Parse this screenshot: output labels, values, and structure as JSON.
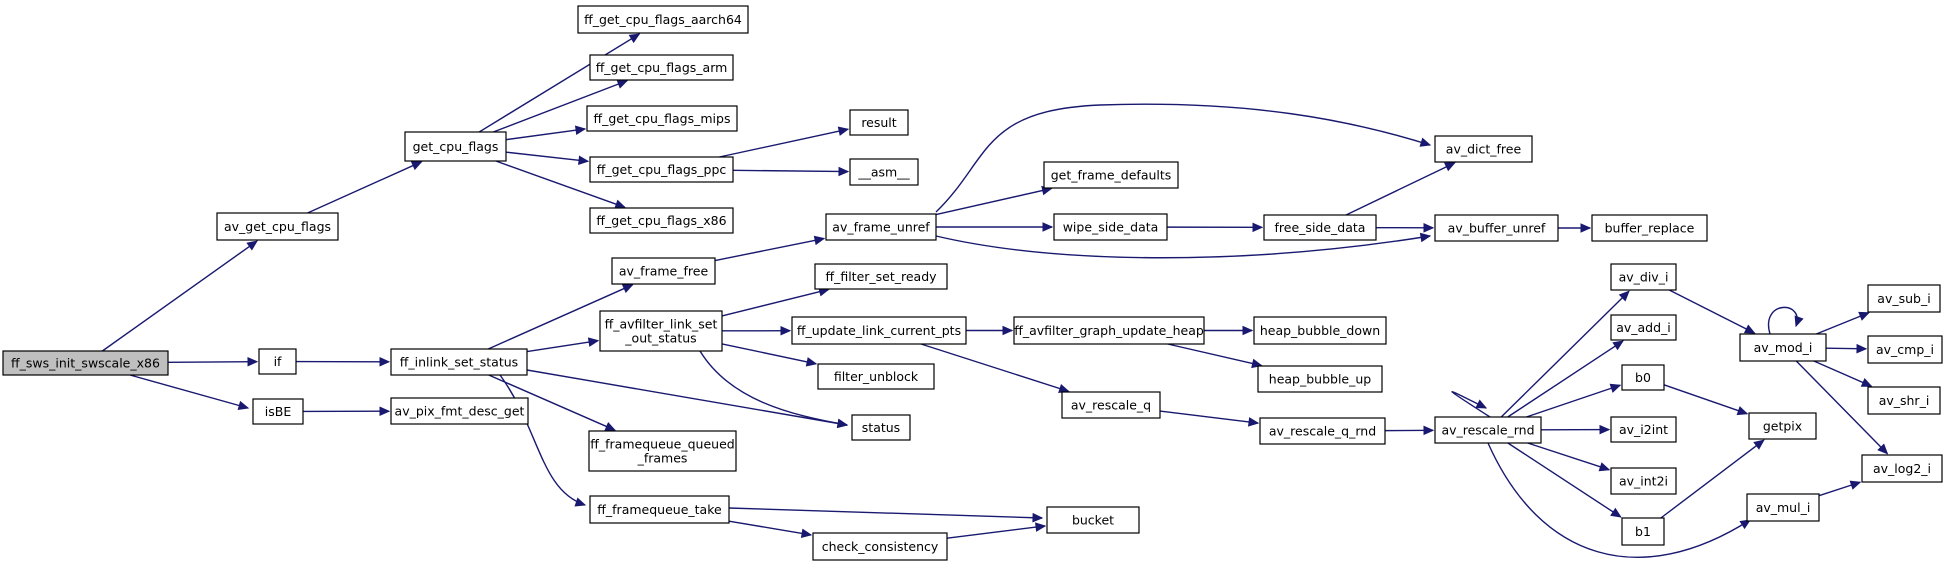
{
  "graph": {
    "type": "call-graph",
    "colors": {
      "edge": "#191970",
      "node_border": "#000000",
      "root_fill": "#bfbfbf",
      "node_fill": "#ffffff"
    },
    "nodes": [
      {
        "id": "ff_sws_init_swscale_x86",
        "label": [
          "ff_sws_init_swscale_x86"
        ],
        "root": true
      },
      {
        "id": "av_get_cpu_flags",
        "label": [
          "av_get_cpu_flags"
        ]
      },
      {
        "id": "get_cpu_flags",
        "label": [
          "get_cpu_flags"
        ]
      },
      {
        "id": "ff_get_cpu_flags_aarch64",
        "label": [
          "ff_get_cpu_flags_aarch64"
        ]
      },
      {
        "id": "ff_get_cpu_flags_arm",
        "label": [
          "ff_get_cpu_flags_arm"
        ]
      },
      {
        "id": "ff_get_cpu_flags_mips",
        "label": [
          "ff_get_cpu_flags_mips"
        ]
      },
      {
        "id": "ff_get_cpu_flags_ppc",
        "label": [
          "ff_get_cpu_flags_ppc"
        ]
      },
      {
        "id": "ff_get_cpu_flags_x86",
        "label": [
          "ff_get_cpu_flags_x86"
        ]
      },
      {
        "id": "result",
        "label": [
          "result"
        ]
      },
      {
        "id": "__asm__",
        "label": [
          "__asm__"
        ]
      },
      {
        "id": "if",
        "label": [
          "if"
        ]
      },
      {
        "id": "isBE",
        "label": [
          "isBE"
        ]
      },
      {
        "id": "av_pix_fmt_desc_get",
        "label": [
          "av_pix_fmt_desc_get"
        ]
      },
      {
        "id": "ff_inlink_set_status",
        "label": [
          "ff_inlink_set_status"
        ]
      },
      {
        "id": "av_frame_free",
        "label": [
          "av_frame_free"
        ]
      },
      {
        "id": "ff_avfilter_link_set_out_status",
        "label": [
          "ff_avfilter_link_set",
          "_out_status"
        ]
      },
      {
        "id": "ff_framequeue_queued_frames",
        "label": [
          "ff_framequeue_queued",
          "_frames"
        ]
      },
      {
        "id": "ff_framequeue_take",
        "label": [
          "ff_framequeue_take"
        ]
      },
      {
        "id": "status",
        "label": [
          "status"
        ]
      },
      {
        "id": "av_frame_unref",
        "label": [
          "av_frame_unref"
        ]
      },
      {
        "id": "ff_filter_set_ready",
        "label": [
          "ff_filter_set_ready"
        ]
      },
      {
        "id": "ff_update_link_current_pts",
        "label": [
          "ff_update_link_current_pts"
        ]
      },
      {
        "id": "filter_unblock",
        "label": [
          "filter_unblock"
        ]
      },
      {
        "id": "check_consistency",
        "label": [
          "check_consistency"
        ]
      },
      {
        "id": "bucket",
        "label": [
          "bucket"
        ]
      },
      {
        "id": "get_frame_defaults",
        "label": [
          "get_frame_defaults"
        ]
      },
      {
        "id": "wipe_side_data",
        "label": [
          "wipe_side_data"
        ]
      },
      {
        "id": "free_side_data",
        "label": [
          "free_side_data"
        ]
      },
      {
        "id": "av_dict_free",
        "label": [
          "av_dict_free"
        ]
      },
      {
        "id": "av_buffer_unref",
        "label": [
          "av_buffer_unref"
        ]
      },
      {
        "id": "buffer_replace",
        "label": [
          "buffer_replace"
        ]
      },
      {
        "id": "ff_avfilter_graph_update_heap",
        "label": [
          "ff_avfilter_graph_update_heap"
        ]
      },
      {
        "id": "heap_bubble_down",
        "label": [
          "heap_bubble_down"
        ]
      },
      {
        "id": "heap_bubble_up",
        "label": [
          "heap_bubble_up"
        ]
      },
      {
        "id": "av_rescale_q",
        "label": [
          "av_rescale_q"
        ]
      },
      {
        "id": "av_rescale_q_rnd",
        "label": [
          "av_rescale_q_rnd"
        ]
      },
      {
        "id": "av_rescale_rnd",
        "label": [
          "av_rescale_rnd"
        ]
      },
      {
        "id": "av_div_i",
        "label": [
          "av_div_i"
        ]
      },
      {
        "id": "av_add_i",
        "label": [
          "av_add_i"
        ]
      },
      {
        "id": "b0",
        "label": [
          "b0"
        ]
      },
      {
        "id": "av_i2int",
        "label": [
          "av_i2int"
        ]
      },
      {
        "id": "av_int2i",
        "label": [
          "av_int2i"
        ]
      },
      {
        "id": "b1",
        "label": [
          "b1"
        ]
      },
      {
        "id": "av_mul_i",
        "label": [
          "av_mul_i"
        ]
      },
      {
        "id": "getpix",
        "label": [
          "getpix"
        ]
      },
      {
        "id": "av_mod_i",
        "label": [
          "av_mod_i"
        ]
      },
      {
        "id": "av_sub_i",
        "label": [
          "av_sub_i"
        ]
      },
      {
        "id": "av_cmp_i",
        "label": [
          "av_cmp_i"
        ]
      },
      {
        "id": "av_shr_i",
        "label": [
          "av_shr_i"
        ]
      },
      {
        "id": "av_log2_i",
        "label": [
          "av_log2_i"
        ]
      }
    ],
    "edges": [
      [
        "ff_sws_init_swscale_x86",
        "av_get_cpu_flags"
      ],
      [
        "ff_sws_init_swscale_x86",
        "if"
      ],
      [
        "ff_sws_init_swscale_x86",
        "isBE"
      ],
      [
        "av_get_cpu_flags",
        "get_cpu_flags"
      ],
      [
        "get_cpu_flags",
        "ff_get_cpu_flags_aarch64"
      ],
      [
        "get_cpu_flags",
        "ff_get_cpu_flags_arm"
      ],
      [
        "get_cpu_flags",
        "ff_get_cpu_flags_mips"
      ],
      [
        "get_cpu_flags",
        "ff_get_cpu_flags_ppc"
      ],
      [
        "get_cpu_flags",
        "ff_get_cpu_flags_x86"
      ],
      [
        "ff_get_cpu_flags_ppc",
        "result"
      ],
      [
        "ff_get_cpu_flags_ppc",
        "__asm__"
      ],
      [
        "if",
        "ff_inlink_set_status"
      ],
      [
        "isBE",
        "av_pix_fmt_desc_get"
      ],
      [
        "ff_inlink_set_status",
        "av_frame_free"
      ],
      [
        "ff_inlink_set_status",
        "ff_avfilter_link_set_out_status"
      ],
      [
        "ff_inlink_set_status",
        "status"
      ],
      [
        "ff_inlink_set_status",
        "ff_framequeue_queued_frames"
      ],
      [
        "ff_inlink_set_status",
        "ff_framequeue_take"
      ],
      [
        "av_frame_free",
        "av_frame_unref"
      ],
      [
        "ff_avfilter_link_set_out_status",
        "ff_filter_set_ready"
      ],
      [
        "ff_avfilter_link_set_out_status",
        "ff_update_link_current_pts"
      ],
      [
        "ff_avfilter_link_set_out_status",
        "filter_unblock"
      ],
      [
        "ff_avfilter_link_set_out_status",
        "status"
      ],
      [
        "ff_framequeue_take",
        "bucket"
      ],
      [
        "ff_framequeue_take",
        "check_consistency"
      ],
      [
        "check_consistency",
        "bucket"
      ],
      [
        "av_frame_unref",
        "av_dict_free"
      ],
      [
        "av_frame_unref",
        "get_frame_defaults"
      ],
      [
        "av_frame_unref",
        "wipe_side_data"
      ],
      [
        "av_frame_unref",
        "av_buffer_unref"
      ],
      [
        "wipe_side_data",
        "free_side_data"
      ],
      [
        "free_side_data",
        "av_dict_free"
      ],
      [
        "free_side_data",
        "av_buffer_unref"
      ],
      [
        "av_buffer_unref",
        "buffer_replace"
      ],
      [
        "ff_update_link_current_pts",
        "ff_avfilter_graph_update_heap"
      ],
      [
        "ff_update_link_current_pts",
        "av_rescale_q"
      ],
      [
        "ff_avfilter_graph_update_heap",
        "heap_bubble_down"
      ],
      [
        "ff_avfilter_graph_update_heap",
        "heap_bubble_up"
      ],
      [
        "av_rescale_q",
        "av_rescale_q_rnd"
      ],
      [
        "av_rescale_q_rnd",
        "av_rescale_rnd"
      ],
      [
        "av_rescale_rnd",
        "av_rescale_rnd"
      ],
      [
        "av_rescale_rnd",
        "av_div_i"
      ],
      [
        "av_rescale_rnd",
        "av_add_i"
      ],
      [
        "av_rescale_rnd",
        "b0"
      ],
      [
        "av_rescale_rnd",
        "av_i2int"
      ],
      [
        "av_rescale_rnd",
        "av_int2i"
      ],
      [
        "av_rescale_rnd",
        "b1"
      ],
      [
        "av_rescale_rnd",
        "av_mul_i"
      ],
      [
        "av_div_i",
        "av_mod_i"
      ],
      [
        "b0",
        "getpix"
      ],
      [
        "b1",
        "getpix"
      ],
      [
        "av_mul_i",
        "av_log2_i"
      ],
      [
        "av_mod_i",
        "av_mod_i"
      ],
      [
        "av_mod_i",
        "av_sub_i"
      ],
      [
        "av_mod_i",
        "av_cmp_i"
      ],
      [
        "av_mod_i",
        "av_shr_i"
      ],
      [
        "av_mod_i",
        "av_log2_i"
      ]
    ]
  }
}
